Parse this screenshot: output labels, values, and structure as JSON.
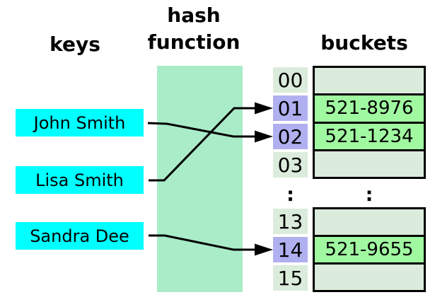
{
  "headers": {
    "keys": "keys",
    "hash_function": "hash function",
    "buckets": "buckets"
  },
  "keys": [
    {
      "label": "John Smith"
    },
    {
      "label": "Lisa Smith"
    },
    {
      "label": "Sandra Dee"
    }
  ],
  "buckets": {
    "ellipsis": ":",
    "groups": [
      {
        "rows": [
          {
            "index": "00",
            "value": "",
            "highlighted": false
          },
          {
            "index": "01",
            "value": "521-8976",
            "highlighted": true
          },
          {
            "index": "02",
            "value": "521-1234",
            "highlighted": true
          },
          {
            "index": "03",
            "value": "",
            "highlighted": false
          }
        ]
      },
      {
        "rows": [
          {
            "index": "13",
            "value": "",
            "highlighted": false
          },
          {
            "index": "14",
            "value": "521-9655",
            "highlighted": true
          },
          {
            "index": "15",
            "value": "",
            "highlighted": false
          }
        ]
      }
    ]
  },
  "mappings": [
    {
      "key": "John Smith",
      "bucket": "02"
    },
    {
      "key": "Lisa Smith",
      "bucket": "01"
    },
    {
      "key": "Sandra Dee",
      "bucket": "14"
    }
  ],
  "colors": {
    "key_fill": "#00ffff",
    "hash_box_fill": "#aaecc8",
    "empty_cell_fill": "#dcecdc",
    "index_highlight_fill": "#b0b0f0",
    "filled_cell_fill": "#a0f8a0",
    "line": "#000000"
  }
}
